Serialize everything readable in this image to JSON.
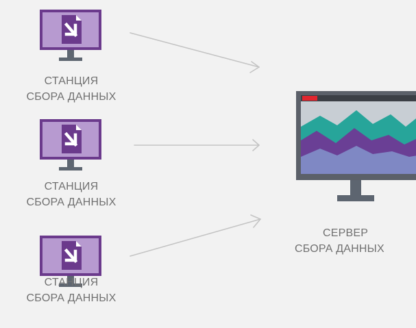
{
  "stations": [
    {
      "line1": "СТАНЦИЯ",
      "line2": "СБОРА ДАННЫХ"
    },
    {
      "line1": "СТАНЦИЯ",
      "line2": "СБОРА ДАННЫХ"
    },
    {
      "line1": "СТАНЦИЯ",
      "line2": "СБОРА ДАННЫХ"
    }
  ],
  "server": {
    "line1": "СЕРВЕР",
    "line2": "СБОРА ДАННЫХ"
  },
  "colors": {
    "background": "#f2f2f2",
    "station_frame": "#6b3a8c",
    "station_screen": "#b79ad0",
    "stand": "#5d6570",
    "arrow": "#c4c4c4",
    "label_text": "#707070",
    "server_frame": "#5b6069",
    "server_titlebar": "#3b3f45",
    "server_red": "#e0262f",
    "chart_sky": "#c8ced4",
    "chart_teal": "#27a59a",
    "chart_purple": "#6a3f95",
    "chart_blue": "#7f88c4"
  },
  "icons": {
    "station": "monitor-download-icon",
    "server": "monitor-chart-icon"
  }
}
